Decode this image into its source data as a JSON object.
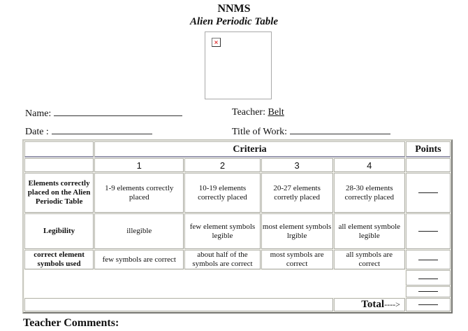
{
  "header": {
    "title": "NNMS",
    "subtitle": "Alien Periodic Table",
    "image": {
      "state": "broken-image",
      "icon": "broken-image-icon",
      "glyph": "×"
    }
  },
  "form": {
    "name_label": "Name:",
    "name_value": "",
    "date_label": "Date :",
    "date_value": "",
    "teacher_label": "Teacher:",
    "teacher_value": "Belt",
    "title_of_work_label": "Title of Work:",
    "title_of_work_value": ""
  },
  "rubric": {
    "criteria_header": "Criteria",
    "points_header": "Points",
    "levels": [
      "1",
      "2",
      "3",
      "4"
    ],
    "rows": [
      {
        "criterion": "Elements correctly placed on the Alien Periodic Table",
        "descriptors": [
          "1-9 elements correctly placed",
          "10-19 elements correctly placed",
          "20-27 elements corretly placed",
          "28-30 elements correctly placed"
        ],
        "points": ""
      },
      {
        "criterion": "Legibility",
        "descriptors": [
          "illegible",
          "few element symbols legible",
          "most element symbols lrgible",
          "all element symbole legible"
        ],
        "points": ""
      },
      {
        "criterion": "correct element symbols used",
        "descriptors": [
          "few symbols are correct",
          "about half of the symbols are correct",
          "most symbols are correct",
          "all symbols are correct"
        ],
        "points": ""
      }
    ],
    "extra_points": [
      "",
      ""
    ],
    "total_label": "Total",
    "total_arrow": "---->",
    "total_value": ""
  },
  "footer": {
    "comments_label": "Teacher Comments:"
  },
  "colors": {
    "table_border": "#a8a8a0",
    "header_separator": "#9a9ab0",
    "broken_icon_x": "#dd2222"
  }
}
